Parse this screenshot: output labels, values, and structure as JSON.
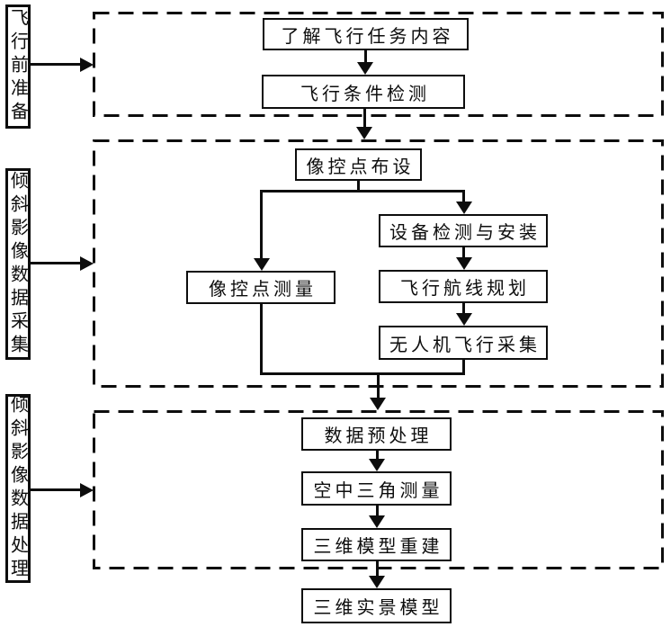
{
  "figure": {
    "type": "flowchart",
    "background_color": "#ffffff",
    "line_color": "#0d0d0d",
    "box_fill_color": "#ffffff",
    "stages": [
      {
        "side_label": "飞行前准备",
        "steps": [
          "了解飞行任务内容",
          "飞行条件检测"
        ]
      },
      {
        "side_label": "倾斜影像数据采集",
        "steps": [
          "像控点布设",
          "像控点测量",
          "设备检测与安装",
          "飞行航线规划",
          "无人机飞行采集"
        ]
      },
      {
        "side_label": "倾斜影像数据处理",
        "steps": [
          "数据预处理",
          "空中三角测量",
          "三维模型重建"
        ]
      }
    ],
    "final_output": "三维实景模型"
  }
}
